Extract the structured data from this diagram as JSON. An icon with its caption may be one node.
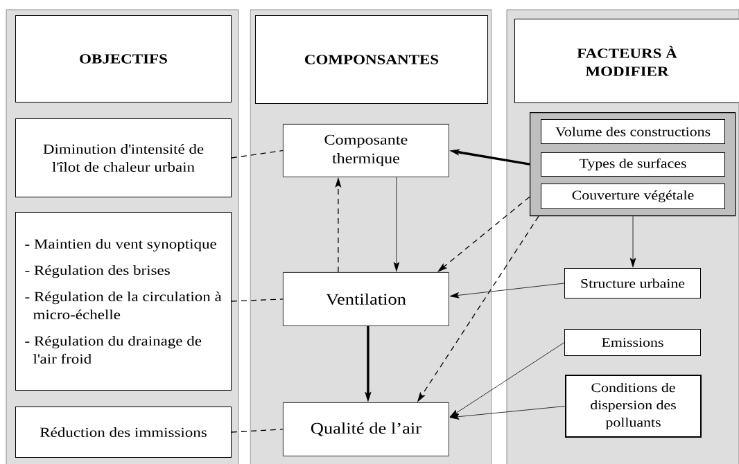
{
  "diagram": {
    "nodes": [
      {
        "text": [
          "OBJECTIFS"
        ]
      },
      {
        "text": [
          "COMPONSANTES"
        ]
      },
      {
        "text": [
          "FACTEURS À MODIFIER"
        ]
      },
      {
        "text": [
          "Diminution  d'intensité de l'îlot de chaleur urbain"
        ]
      },
      {
        "text": [
          "- Maintien du vent synoptique",
          "- Régulation des brises",
          "- Régulation de la circulation à micro-échelle",
          "- Régulation du drainage de l'air froid"
        ]
      },
      {
        "text": [
          "Réduction des immissions"
        ]
      },
      {
        "text": [
          "Composante thermique"
        ]
      },
      {
        "text": [
          "Ventilation"
        ]
      },
      {
        "text": [
          "Qualité de l’air"
        ]
      },
      {
        "text": [],
        "shape": "box"
      },
      {
        "text": [
          "Volume des constructions"
        ],
        "in": 9
      },
      {
        "text": [
          "Types de surfaces"
        ],
        "in": 9
      },
      {
        "text": [
          "Couverture végétale"
        ],
        "in": 9
      },
      {
        "text": [
          "Structure urbaine"
        ]
      },
      {
        "text": [
          "Emissions"
        ]
      },
      {
        "text": [
          "Conditions de dispersion des polluants"
        ]
      }
    ],
    "edges": [
      {
        "from": 3,
        "to": 6,
        "arrow": "none",
        "style": "dashed"
      },
      {
        "from": 4,
        "to": 7,
        "arrow": "none",
        "style": "dashed"
      },
      {
        "from": 5,
        "to": 8,
        "arrow": "none",
        "style": "dashed"
      },
      {
        "from": 9,
        "to": 6,
        "arrow": "to",
        "style": "thick"
      },
      {
        "from": 6,
        "to": 7,
        "arrow": "to"
      },
      {
        "from": 7,
        "to": 6,
        "arrow": "to",
        "style": "dashed"
      },
      {
        "from": 7,
        "to": 8,
        "arrow": "to",
        "style": "thick"
      },
      {
        "from": 9,
        "to": 7,
        "arrow": "to",
        "style": "dashed"
      },
      {
        "from": 9,
        "to": 8,
        "arrow": "to",
        "style": "dashed"
      },
      {
        "from": 9,
        "to": 13,
        "arrow": "to"
      },
      {
        "from": 13,
        "to": 7,
        "arrow": "to"
      },
      {
        "from": 14,
        "to": 8,
        "arrow": "to"
      },
      {
        "from": 15,
        "to": 8,
        "arrow": "to"
      }
    ]
  }
}
